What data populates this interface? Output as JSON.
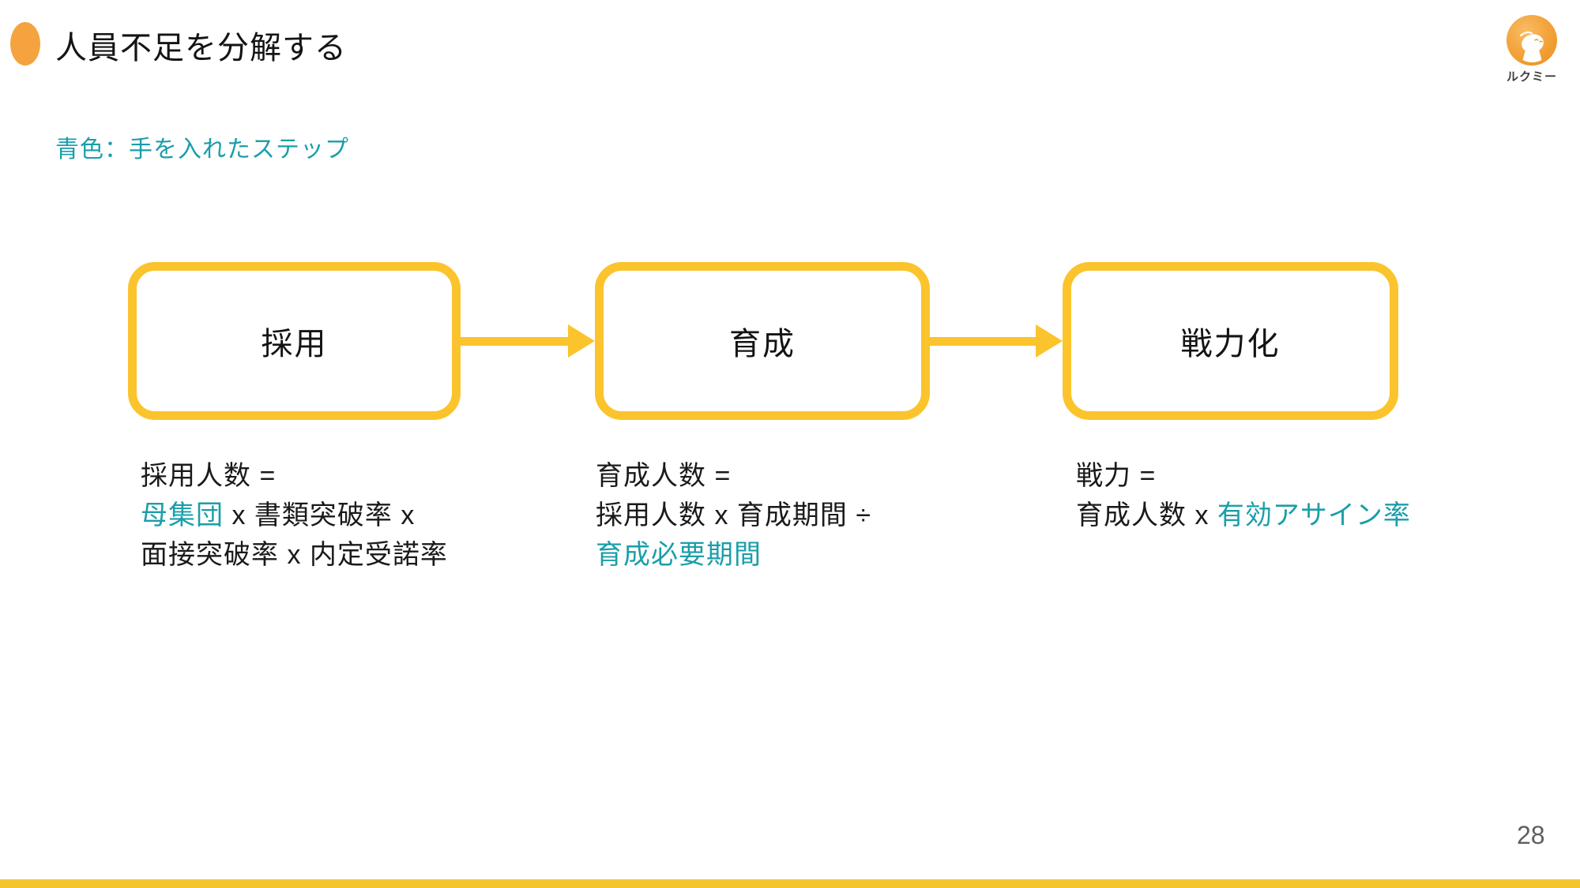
{
  "slide": {
    "title": "人員不足を分解する",
    "subtitle": "青色：手を入れたステップ",
    "page_number": "28",
    "logo_text": "ルクミー"
  },
  "colors": {
    "accent_yellow": "#FBC42D",
    "footer_yellow": "#F5C52E",
    "accent_teal": "#1A9EA9",
    "accent_orange": "#F5A33E"
  },
  "flow": {
    "steps": [
      {
        "box_label": "採用",
        "formula_lines": [
          [
            {
              "text": "採用人数 =",
              "teal": false
            }
          ],
          [
            {
              "text": "母集団",
              "teal": true
            },
            {
              "text": " x 書類突破率 x",
              "teal": false
            }
          ],
          [
            {
              "text": "面接突破率 x 内定受諾率",
              "teal": false
            }
          ]
        ]
      },
      {
        "box_label": "育成",
        "formula_lines": [
          [
            {
              "text": "育成人数 =",
              "teal": false
            }
          ],
          [
            {
              "text": "採用人数 x 育成期間 ÷",
              "teal": false
            }
          ],
          [
            {
              "text": "育成必要期間",
              "teal": true
            }
          ]
        ]
      },
      {
        "box_label": "戦力化",
        "formula_lines": [
          [
            {
              "text": "戦力 =",
              "teal": false
            }
          ],
          [
            {
              "text": "育成人数 x ",
              "teal": false
            },
            {
              "text": "有効アサイン率",
              "teal": true
            }
          ]
        ]
      }
    ]
  }
}
